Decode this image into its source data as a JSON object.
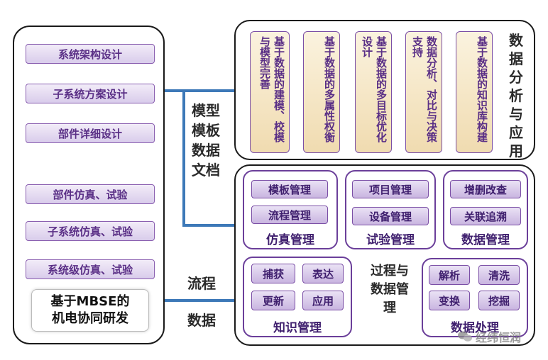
{
  "left_panel": {
    "items": [
      "系统架构设计",
      "子系统方案设计",
      "部件详细设计",
      "部件仿真、试验",
      "子系统仿真、试验",
      "系统级仿真、试验"
    ],
    "core_title_line1": "基于MBSE的",
    "core_title_line2": "机电协同研发"
  },
  "connectors": {
    "upper_label": "模型\n模板\n数据\n文档",
    "flow_label": "流程",
    "data_label": "数据"
  },
  "analysis_panel": {
    "cards": [
      "基于数据的建模、校模与模型完善",
      "基于数据的多属性权衡",
      "基于数据的多目标优化设计",
      "数据分析、对比与决策支持",
      "基于数据的知识库构建"
    ],
    "side_label": "数据分析与应用"
  },
  "management_panel": {
    "sim_group": {
      "items": [
        "模板管理",
        "流程管理"
      ],
      "label": "仿真管理"
    },
    "test_group": {
      "items": [
        "项目管理",
        "设备管理"
      ],
      "label": "试验管理"
    },
    "data_group": {
      "items": [
        "增删改查",
        "关联追溯"
      ],
      "label": "数据管理"
    },
    "knowledge_group": {
      "items": [
        "捕获",
        "表达",
        "更新",
        "应用"
      ],
      "label": "知识管理"
    },
    "process_label": "过程与数据管理",
    "processing_group": {
      "items": [
        "解析",
        "清洗",
        "变换",
        "挖掘"
      ],
      "label": "数据处理"
    }
  },
  "watermark": "经纬恒润"
}
